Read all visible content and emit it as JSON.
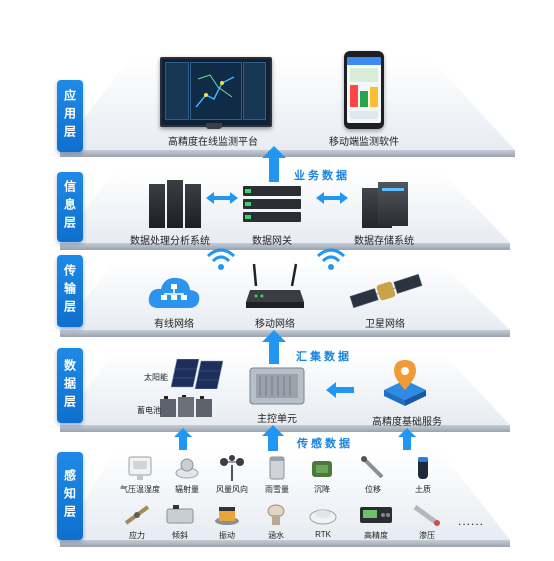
{
  "layers": [
    {
      "id": "application",
      "label": "应用层"
    },
    {
      "id": "information",
      "label": "信息层"
    },
    {
      "id": "transmission",
      "label": "传输层"
    },
    {
      "id": "data",
      "label": "数据层"
    },
    {
      "id": "perception",
      "label": "感知层"
    }
  ],
  "application": {
    "items": [
      "高精度在线监测平台",
      "移动端监测软件"
    ]
  },
  "information": {
    "items": [
      "数据处理分析系统",
      "数据网关",
      "数据存储系统"
    ],
    "flow_label": "业务数据"
  },
  "transmission": {
    "items": [
      "有线网络",
      "移动网络",
      "卫星网络"
    ]
  },
  "data": {
    "items": [
      "太阳能",
      "蓄电池",
      "主控单元",
      "高精度基础服务"
    ],
    "flow_label": "汇集数据"
  },
  "perception": {
    "flow_label": "传感数据",
    "row1": [
      "气压温湿度",
      "辐射量",
      "风量风向",
      "雨雪量",
      "沉降",
      "位移",
      "土质"
    ],
    "row2": [
      "应力",
      "倾斜",
      "振动",
      "涵水",
      "RTK",
      "高精度",
      "渗压"
    ],
    "more": "......"
  },
  "colors": {
    "accent": "#1a84e0",
    "tag": "#1478d8",
    "arrow": "#2196f3"
  }
}
